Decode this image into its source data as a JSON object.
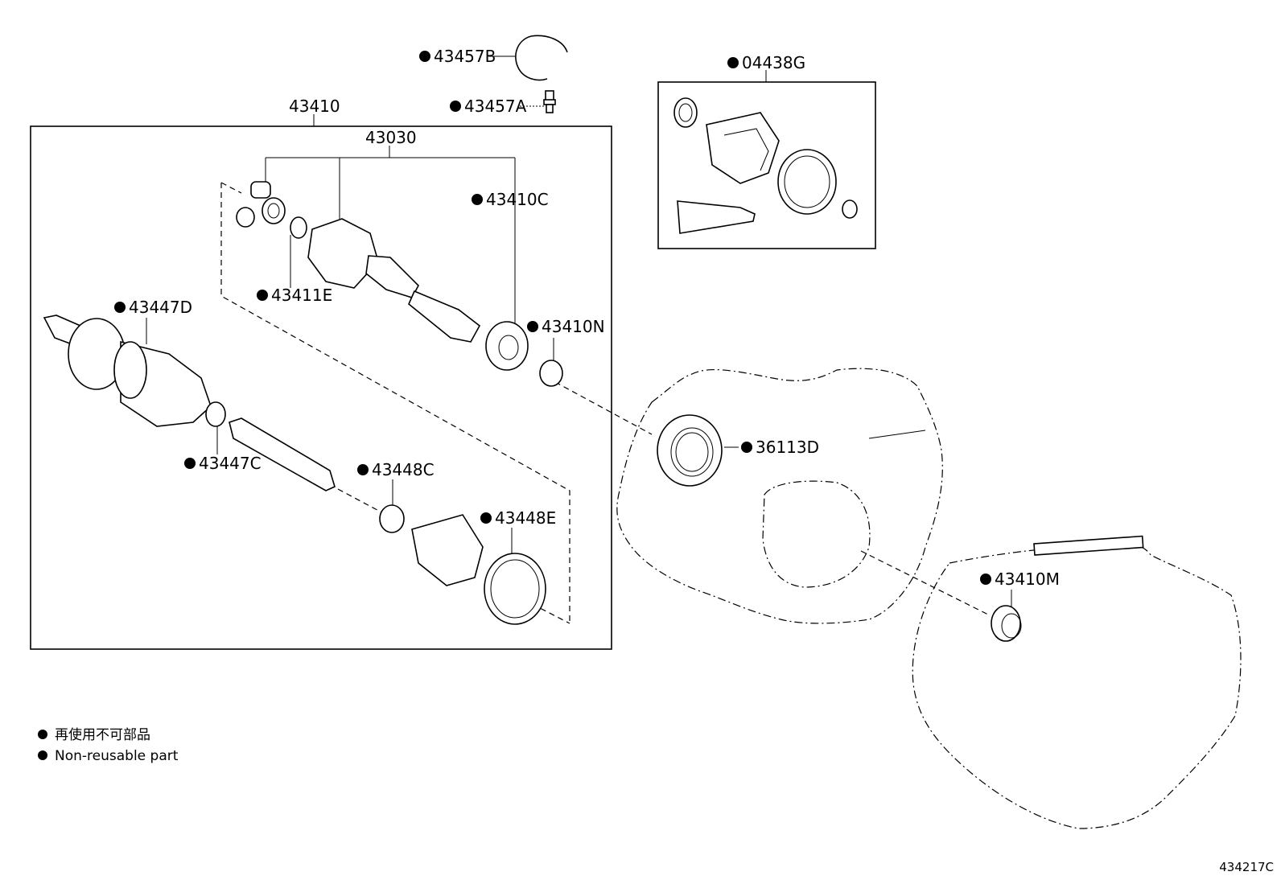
{
  "labels": {
    "p43457B": "43457B",
    "p43457A": "43457A",
    "p43410": "43410",
    "p43030": "43030",
    "p43410C": "43410C",
    "p43411E": "43411E",
    "p43447D": "43447D",
    "p43410N": "43410N",
    "p43447C": "43447C",
    "p43448C": "43448C",
    "p43448E": "43448E",
    "p04438G": "04438G",
    "p36113D": "36113D",
    "p43410M": "43410M"
  },
  "legend": {
    "line1": "再使用不可部品",
    "line2": "Non-reusable part"
  },
  "diagram_code": "434217C",
  "colors": {
    "ink": "#000000",
    "paper": "#ffffff"
  }
}
